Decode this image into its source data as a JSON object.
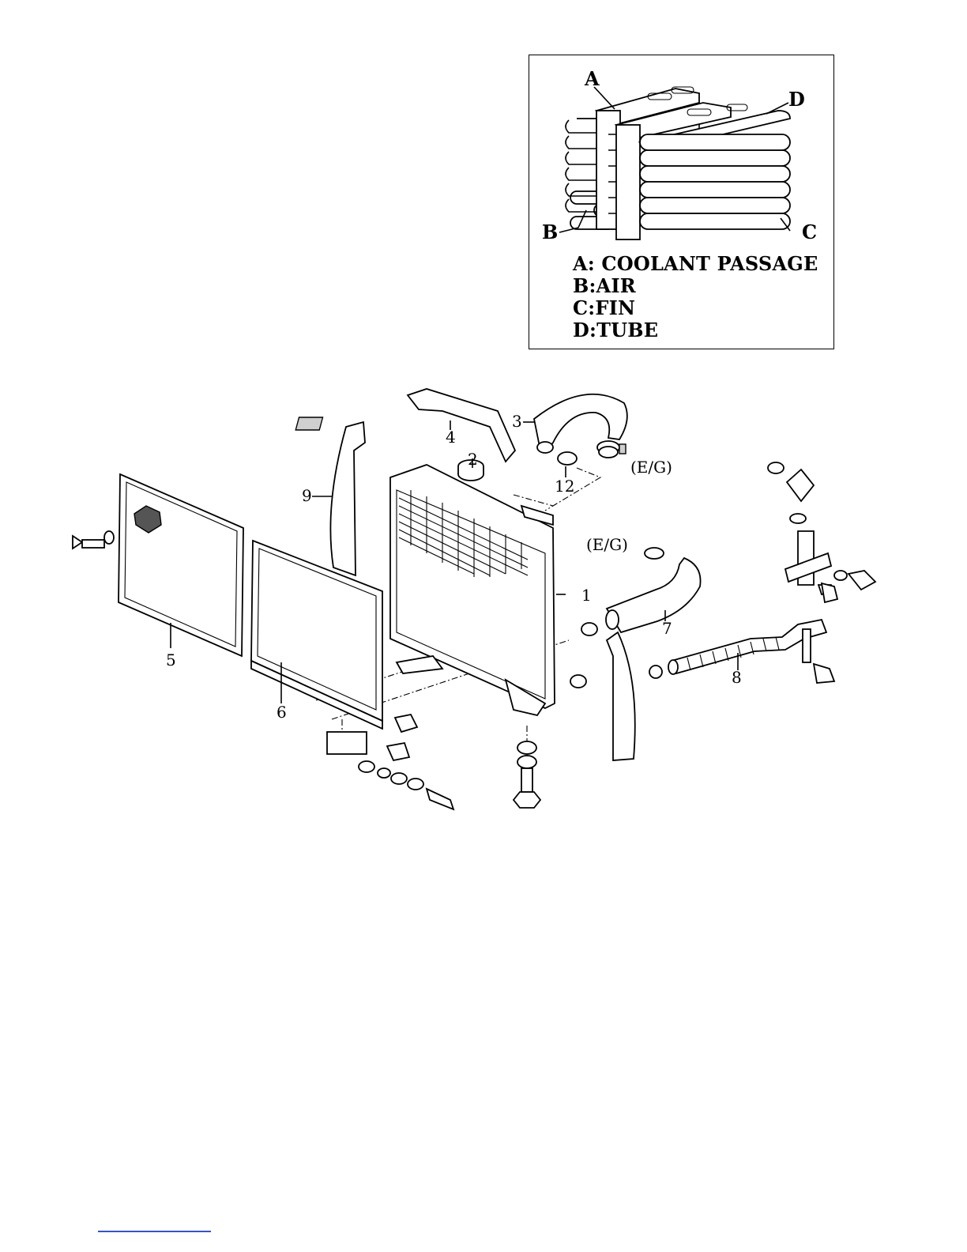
{
  "detail": {
    "callouts": {
      "a": "A",
      "b": "B",
      "c": "C",
      "d": "D"
    },
    "legend": [
      "A: COOLANT PASSAGE",
      "B:AIR",
      "C:FIN",
      "D:TUBE"
    ]
  },
  "exploded": {
    "part_numbers": {
      "p1": "1",
      "p2": "2",
      "p3": "3",
      "p4": "4",
      "p5": "5",
      "p6": "6",
      "p7": "7",
      "p8": "8",
      "p9": "9",
      "p12": "12"
    },
    "eg_top": "(E/G)",
    "eg_mid": "(E/G)"
  }
}
